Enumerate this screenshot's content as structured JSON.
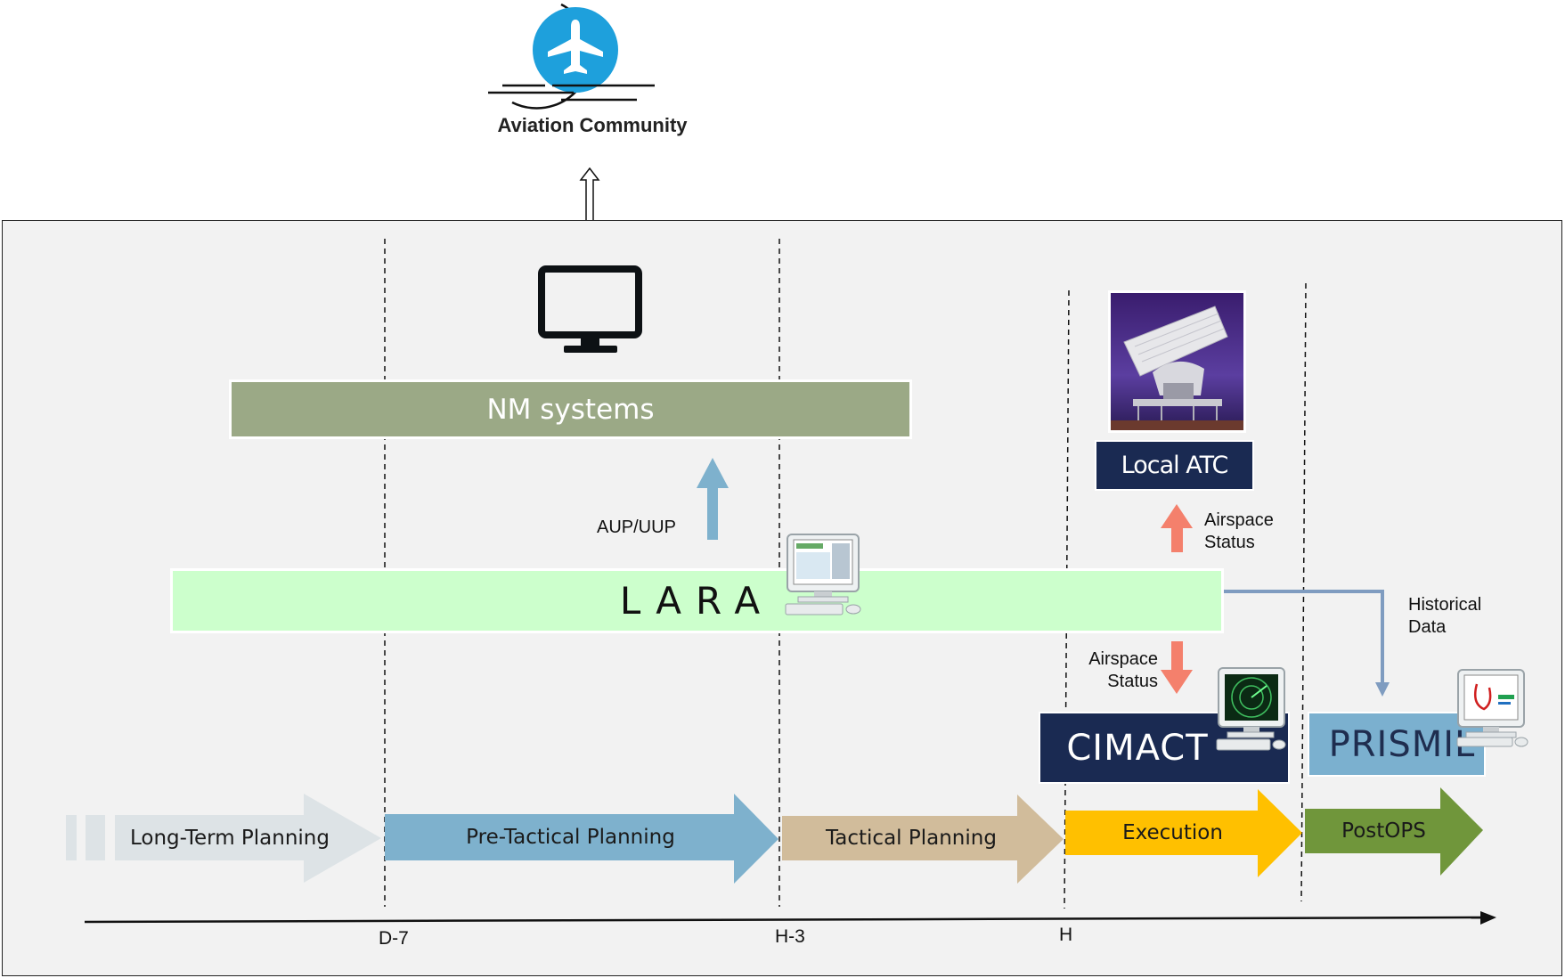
{
  "top": {
    "aviation_label": "Aviation Community"
  },
  "systems": {
    "nm": "NM systems",
    "lara": "LARA",
    "local_atc": "Local ATC",
    "cimact": "CIMACT",
    "prismil": "PRISMIL"
  },
  "flows": {
    "aup_uup": "AUP/UUP",
    "airspace_status_up": [
      "Airspace",
      "Status"
    ],
    "airspace_status_down": [
      "Airspace",
      "Status"
    ],
    "historical_data": [
      "Historical",
      "Data"
    ]
  },
  "phases": [
    "Long-Term Planning",
    "Pre-Tactical Planning",
    "Tactical Planning",
    "Execution",
    "PostOPS"
  ],
  "timeline": {
    "ticks": [
      "D-7",
      "H-3",
      "H"
    ]
  },
  "colors": {
    "nm": "#9ba986",
    "lara": "#ccffcc",
    "navy": "#1a2a52",
    "prismil": "#7bb0cf",
    "long_term": "#dde3e6",
    "pre_tactical": "#7eb1cd",
    "tactical": "#d1bc9b",
    "execution": "#ffc000",
    "postops": "#70963b",
    "flow_blue": "#7eb1cd",
    "flow_red": "#f4806c",
    "historical": "#7f9cc0"
  }
}
